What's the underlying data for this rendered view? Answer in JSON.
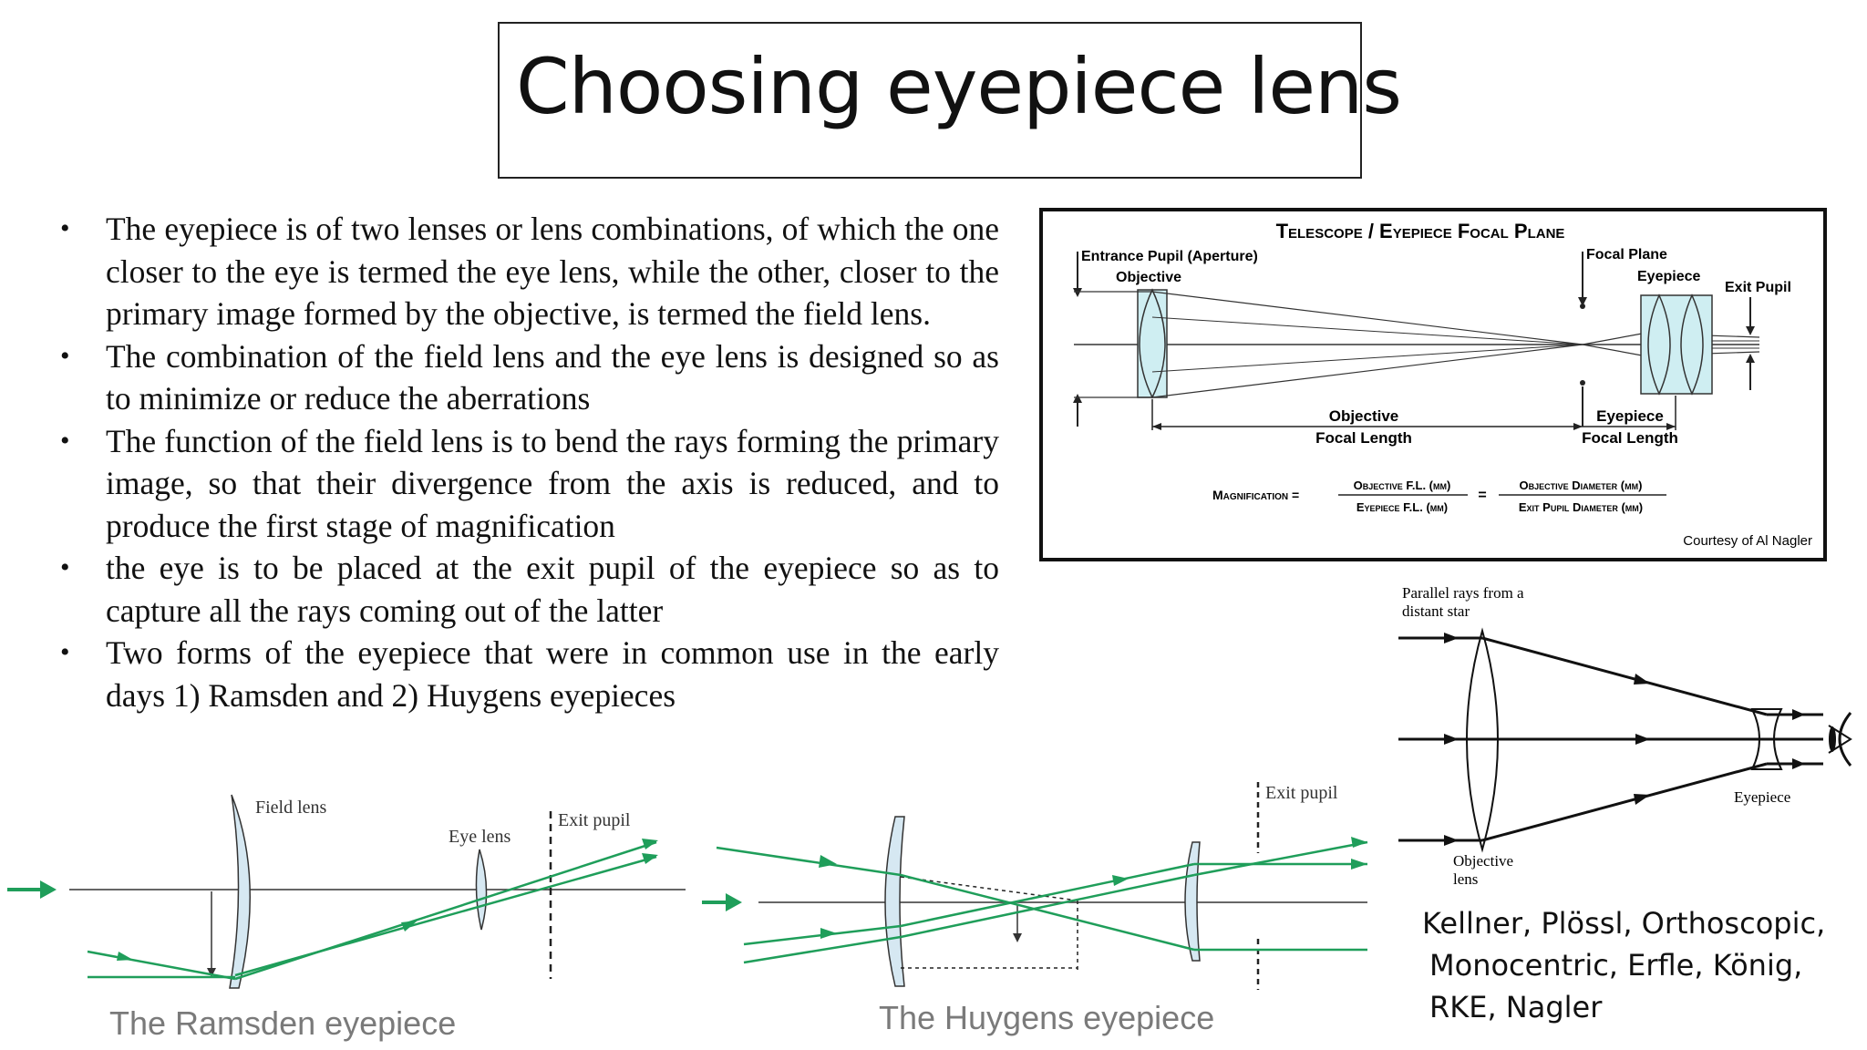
{
  "slide": {
    "title": "Choosing eyepiece lens",
    "bullets": [
      "The eyepiece is of two lenses or lens combinations, of which the one closer to the eye is termed the eye lens, while the other, closer to the primary image formed by the objective, is termed the field lens.",
      "The combination of the field lens and the eye lens is designed so as to minimize or reduce the aberrations",
      " The function of the field lens is to bend the rays forming the primary image, so that their divergence from the axis is reduced, and to produce the first stage of magnification",
      " the eye is to be placed at the exit pupil of the eyepiece so as to capture all the rays coming out of the latter",
      " Two forms of the eyepiece that were in common use in the early days 1) Ramsden and 2) Huygens eyepieces"
    ],
    "other_eyepieces": [
      "Kellner, Plössl, Orthoscopic,",
      "Monocentric, Erfle, König,",
      " RKE, Nagler"
    ]
  },
  "focal_plane_diagram": {
    "title": "Telescope / Eyepiece Focal Plane",
    "entrance_pupil": "Entrance Pupil (Aperture)",
    "objective": "Objective",
    "focal_plane": "Focal Plane",
    "eyepiece": "Eyepiece",
    "exit_pupil": "Exit Pupil",
    "objective_fl_1": "Objective",
    "objective_fl_2": "Focal Length",
    "eyepiece_fl_1": "Eyepiece",
    "eyepiece_fl_2": "Focal Length",
    "magnification": "Magnification =",
    "num1": "Objective F.L. (mm)",
    "den1": "Eyepiece F.L. (mm)",
    "equals": "=",
    "num2": "Objective Diameter (mm)",
    "den2": "Exit Pupil Diameter (mm)",
    "courtesy": "Courtesy of Al Nagler",
    "stroke_color": "#222222",
    "lens_color": "#cfeef2"
  },
  "galilean_diagram": {
    "rays_label_1": "Parallel rays from a",
    "rays_label_2": "distant star",
    "eyepiece": "Eyepiece",
    "objective_1": "Objective",
    "objective_2": "lens"
  },
  "ramsden": {
    "caption": "The Ramsden eyepiece",
    "field_lens": "Field lens",
    "eye_lens": "Eye lens",
    "exit_pupil": "Exit pupil",
    "ray_color": "#1f9e5a",
    "lens_color": "#d6e8f2"
  },
  "huygens": {
    "caption": "The Huygens eyepiece",
    "exit_pupil": "Exit pupil"
  }
}
